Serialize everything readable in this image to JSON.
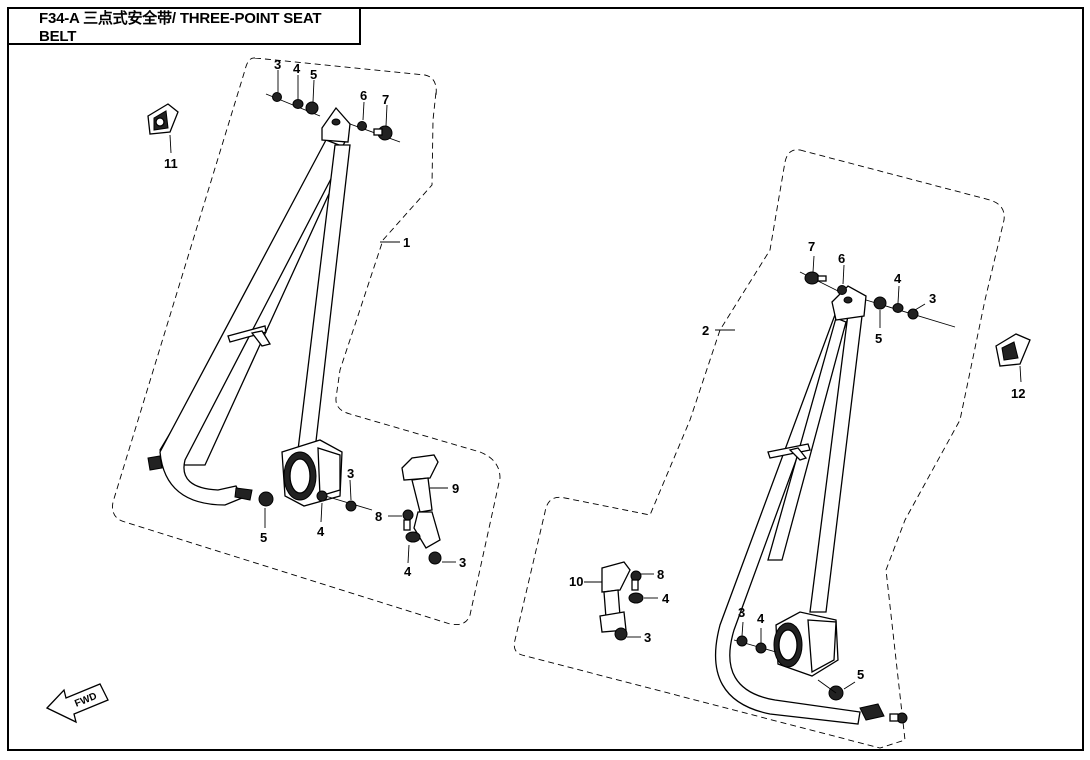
{
  "header": {
    "title": "F34-A 三点式安全带/ THREE-POINT SEAT BELT"
  },
  "callouts": {
    "left": {
      "c3a": "3",
      "c4a": "4",
      "c5a": "5",
      "c6": "6",
      "c7": "7",
      "c1": "1",
      "c11": "11",
      "c3b": "3",
      "c5b": "5",
      "c4b": "4",
      "c9": "9",
      "c8": "8",
      "c4c": "4",
      "c3c": "3"
    },
    "right": {
      "c7": "7",
      "c6": "6",
      "c4a": "4",
      "c3a": "3",
      "c5a": "5",
      "c2": "2",
      "c12": "12",
      "c10": "10",
      "c8": "8",
      "c4b": "4",
      "c3b": "3",
      "c3c": "3",
      "c4c": "4",
      "c5b": "5"
    }
  },
  "fwd_label": "FWD",
  "icons": [
    "fwd-arrow-icon",
    "bolt-icon",
    "nut-icon",
    "washer-icon",
    "spacer-icon",
    "retractor-icon",
    "buckle-icon",
    "trim-cover-icon"
  ]
}
